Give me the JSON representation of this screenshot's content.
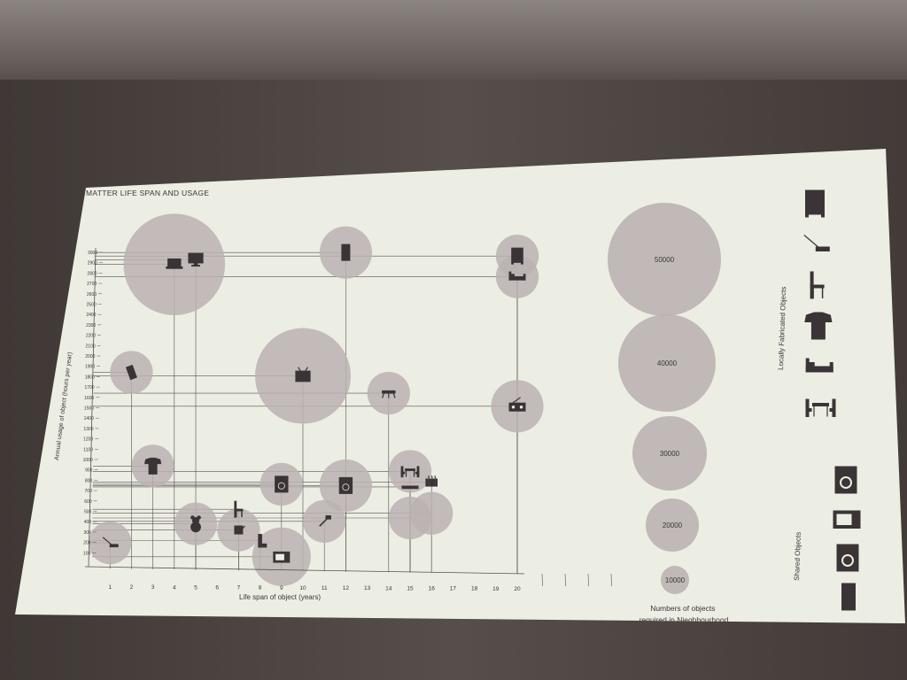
{
  "chart_data": {
    "type": "scatter",
    "title": "MATTER LIFE SPAN AND USAGE",
    "xlabel": "Life span of object (years)",
    "ylabel": "Annual usage of object (hours per year)",
    "xlim": [
      0,
      20
    ],
    "ylim": [
      0,
      3100
    ],
    "x_ticks": [
      "1",
      "2",
      "3",
      "4",
      "5",
      "6",
      "7",
      "8",
      "9",
      "10",
      "11",
      "12",
      "13",
      "14",
      "15",
      "16",
      "17",
      "18",
      "19",
      "20"
    ],
    "y_ticks": [
      "100",
      "200",
      "300",
      "400",
      "500",
      "600",
      "700",
      "800",
      "900",
      "1000",
      "1100",
      "1200",
      "1300",
      "1400",
      "1500",
      "1600",
      "1700",
      "1800",
      "1900",
      "2000",
      "2100",
      "2200",
      "2300",
      "2400",
      "2500",
      "2600",
      "2700",
      "2800",
      "2900",
      "3000"
    ],
    "grid": false,
    "points": [
      {
        "object": "laptop",
        "icon": "laptop-icon",
        "x": 4,
        "y": 2900,
        "count": 45000
      },
      {
        "object": "computer monitor",
        "icon": "monitor-icon",
        "x": 5,
        "y": 2950,
        "count": 0
      },
      {
        "object": "refrigerator",
        "icon": "fridge-icon",
        "x": 12,
        "y": 3050,
        "count": 12000
      },
      {
        "object": "wardrobe",
        "icon": "wardrobe-icon",
        "x": 20,
        "y": 3050,
        "count": 8000
      },
      {
        "object": "bed",
        "icon": "bed-icon",
        "x": 20,
        "y": 2850,
        "count": 8000
      },
      {
        "object": "mobile phone",
        "icon": "phone-icon",
        "x": 2,
        "y": 1850,
        "count": 8000
      },
      {
        "object": "television",
        "icon": "tv-icon",
        "x": 10,
        "y": 1850,
        "count": 40000
      },
      {
        "object": "stool",
        "icon": "stool-icon",
        "x": 14,
        "y": 1700,
        "count": 8000
      },
      {
        "object": "radio",
        "icon": "radio-icon",
        "x": 20,
        "y": 1600,
        "count": 12000
      },
      {
        "object": "t-shirt",
        "icon": "tshirt-icon",
        "x": 3,
        "y": 950,
        "count": 8000
      },
      {
        "object": "dining table set",
        "icon": "dining-set-icon",
        "x": 15,
        "y": 950,
        "count": 8000
      },
      {
        "object": "washing machine",
        "icon": "washing-machine-icon",
        "x": 9,
        "y": 800,
        "count": 8000
      },
      {
        "object": "washing machine large",
        "icon": "washer-icon",
        "x": 12,
        "y": 800,
        "count": 12000
      },
      {
        "object": "radiator",
        "icon": "radiator-icon",
        "x": 16,
        "y": 850,
        "count": 0
      },
      {
        "object": "shelf",
        "icon": "shelf-icon",
        "x": 15,
        "y": 800,
        "count": 0
      },
      {
        "object": "chair",
        "icon": "chair-icon",
        "x": 7,
        "y": 550,
        "count": 0
      },
      {
        "object": "teddy bear",
        "icon": "teddy-icon",
        "x": 5,
        "y": 400,
        "count": 8000
      },
      {
        "object": "broom",
        "icon": "broom-icon",
        "x": 1,
        "y": 200,
        "count": 8000
      },
      {
        "object": "kettle",
        "icon": "kettle-icon",
        "x": 7,
        "y": 350,
        "count": 8000
      },
      {
        "object": "boot",
        "icon": "boot-icon",
        "x": 8,
        "y": 250,
        "count": 0
      },
      {
        "object": "microwave",
        "icon": "microwave-icon",
        "x": 9,
        "y": 100,
        "count": 15000
      },
      {
        "object": "lamp",
        "icon": "lamp-icon",
        "x": 11,
        "y": 450,
        "count": 8000
      },
      {
        "object": "unlabeled circle A",
        "icon": "",
        "x": 15,
        "y": 500,
        "count": 8000
      },
      {
        "object": "unlabeled circle B",
        "icon": "",
        "x": 16,
        "y": 550,
        "count": 8000
      }
    ],
    "size_legend": {
      "title": "Numbers of objects\nrequired in Nieghbourhood",
      "values": [
        "50000",
        "40000",
        "30000",
        "20000",
        "10000"
      ]
    },
    "groups": [
      {
        "label": "Locally Fabricated Objects",
        "icons": [
          "wardrobe-icon",
          "broom-icon",
          "chair-icon",
          "tshirt-icon",
          "bed-icon",
          "dining-set-icon"
        ]
      },
      {
        "label": "Shared Objects",
        "icons": [
          "washing-machine-icon",
          "microwave-icon",
          "washer-icon",
          "fridge-icon"
        ]
      }
    ]
  },
  "colors": {
    "slide": "#eceee4",
    "bubble": "#bbb2b2",
    "ink": "#3b3436",
    "line": "#555052"
  }
}
